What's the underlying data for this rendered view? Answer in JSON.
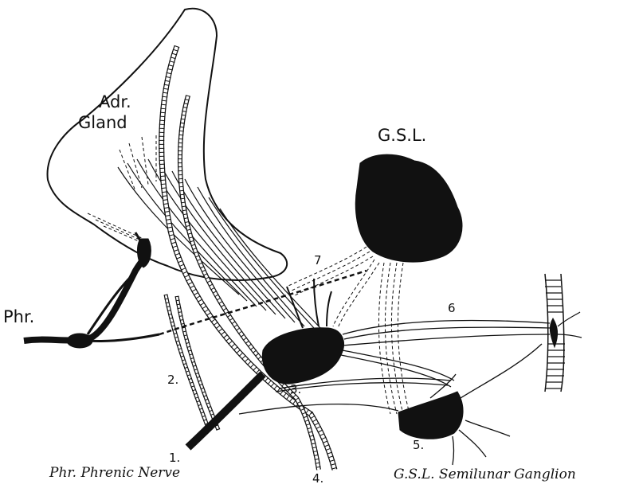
{
  "labels": {
    "adr": "Adr.",
    "gland": "Gland",
    "gsl": "G.S.L.",
    "phr": "Phr.",
    "n1": "1.",
    "n2": "2.",
    "n3": "3.",
    "n4": "4.",
    "n5": "5.",
    "n6": "6",
    "n7": "7"
  },
  "legend": {
    "phrenic": "Phr. Phrenic Nerve",
    "gsl": "G.S.L. Semilunar Ganglion"
  },
  "colors": {
    "ink": "#111111",
    "paper": "#ffffff"
  }
}
